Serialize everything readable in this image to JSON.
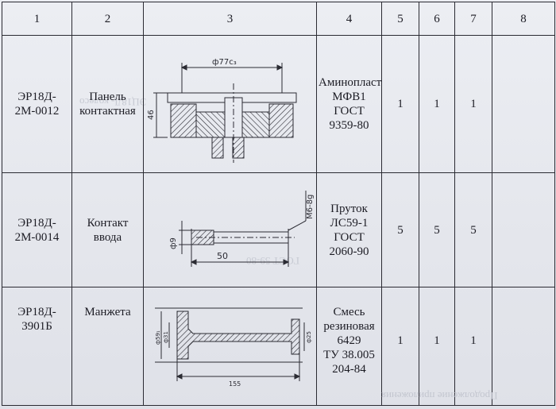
{
  "header": [
    "1",
    "2",
    "3",
    "4",
    "5",
    "6",
    "7",
    "8"
  ],
  "rows": [
    {
      "designation": [
        "ЭР18Д-",
        "2М-0012"
      ],
      "name": [
        "Панель",
        "контактная"
      ],
      "material": [
        "Аминопласт",
        "МФВ1",
        "ГОСТ",
        "9359-80"
      ],
      "q5": "1",
      "q6": "1",
      "q7": "1",
      "dims": {
        "diameter": "ф77с₃",
        "height": "46"
      }
    },
    {
      "designation": [
        "ЭР18Д-",
        "2М-0014"
      ],
      "name": [
        "Контакт",
        "ввода"
      ],
      "material": [
        "Пруток",
        "ЛС59-1",
        "ГОСТ",
        "2060-90"
      ],
      "q5": "5",
      "q6": "5",
      "q7": "5",
      "dims": {
        "thread": "М6-8g",
        "diameter": "ф9",
        "length": "50"
      }
    },
    {
      "designation": [
        "ЭР18Д-",
        "3901Б"
      ],
      "name": [
        "Манжета"
      ],
      "material": [
        "Смесь",
        "резиновая",
        "6429",
        "ТУ 38.005",
        "204-84"
      ],
      "q5": "1",
      "q6": "1",
      "q7": "1",
      "dims": {
        "d_outer": "ф59₁",
        "d_mid": "ф31",
        "d_right": "ф25",
        "length": "155"
      }
    }
  ]
}
